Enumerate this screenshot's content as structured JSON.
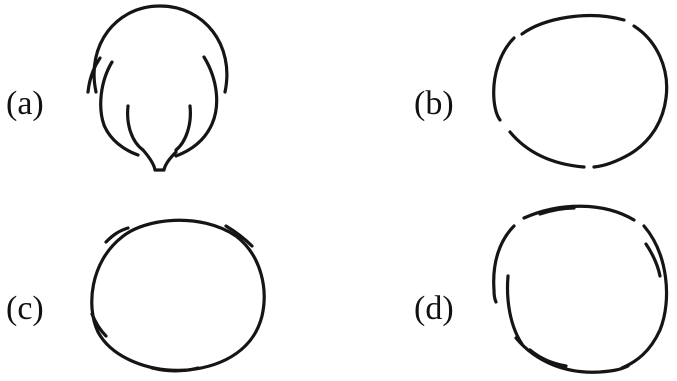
{
  "panels": [
    {
      "id": "a",
      "label": "(a)"
    },
    {
      "id": "b",
      "label": "(b)"
    },
    {
      "id": "c",
      "label": "(c)"
    },
    {
      "id": "d",
      "label": "(d)"
    }
  ],
  "colors": {
    "stroke": "#151515",
    "background": "#ffffff",
    "text": "#111111"
  }
}
